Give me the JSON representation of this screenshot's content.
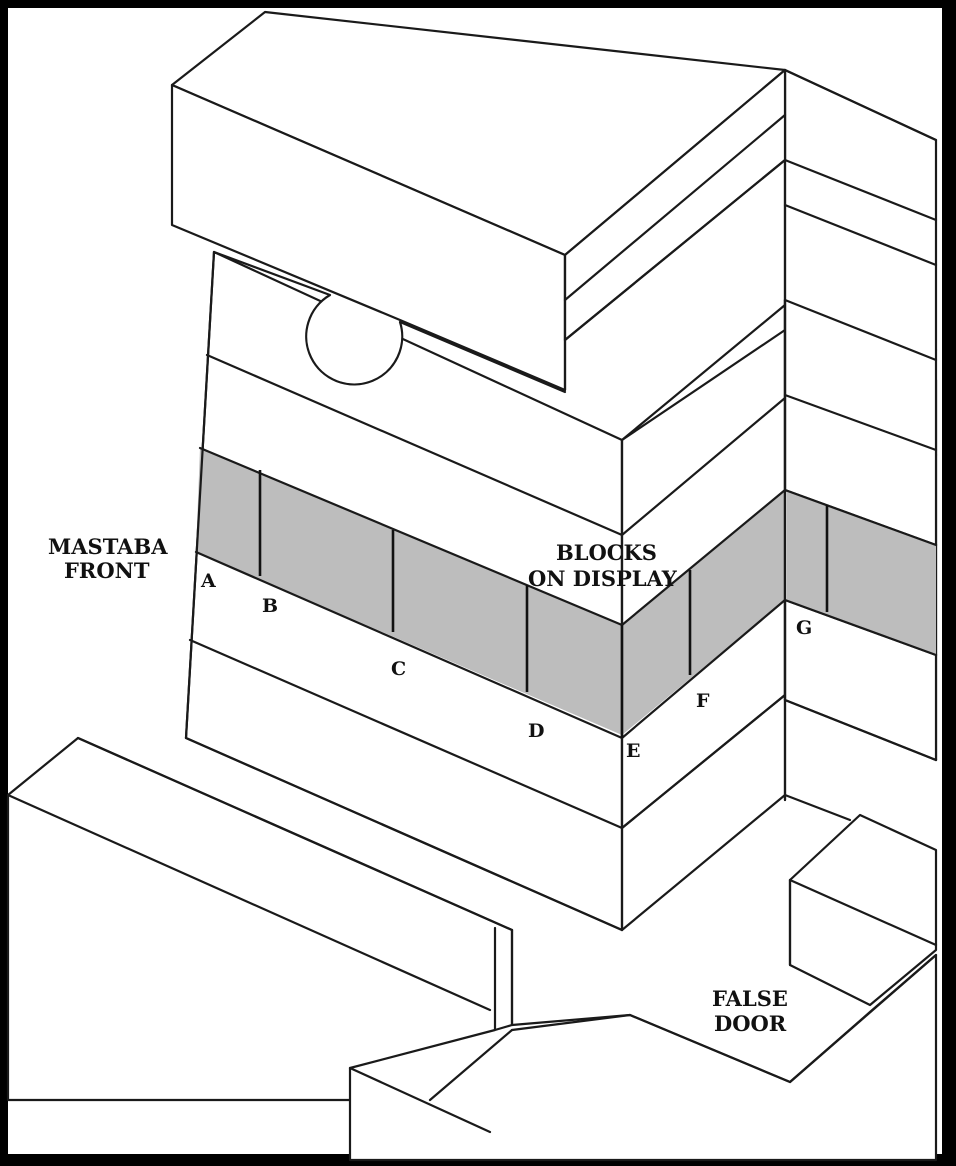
{
  "labels": {
    "mastaba_front_line1": "MASTABA",
    "mastaba_front_line2": "FRONT",
    "blocks_on_display_line1": "BLOCKS",
    "blocks_on_display_line2": "ON DISPLAY",
    "false_door_line1": "FALSE",
    "false_door_line2": "DOOR"
  },
  "block_markers": [
    "A",
    "B",
    "C",
    "D",
    "E",
    "F",
    "G"
  ],
  "colors": {
    "frame": "#000000",
    "paper": "#ffffff",
    "line": "#1a1a1a",
    "display_blocks": "#bdbdbd"
  }
}
